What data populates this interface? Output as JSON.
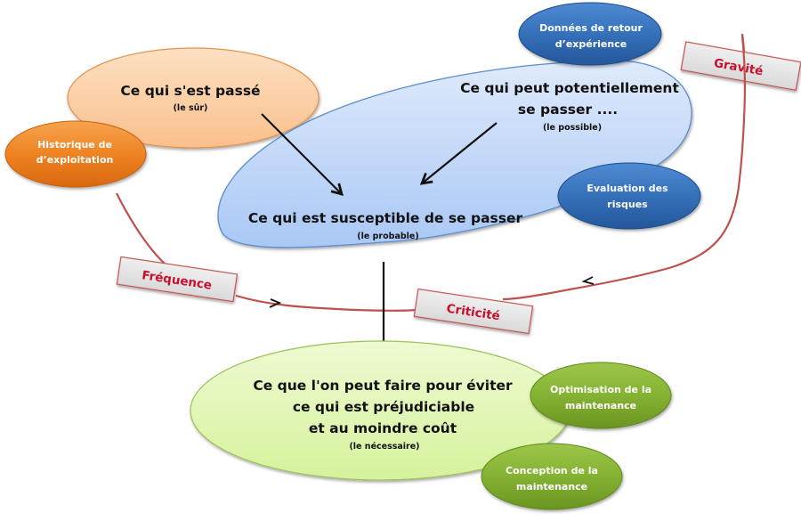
{
  "colors": {
    "orange_light": "#fbc99b",
    "orange_dark": "#e8751a",
    "blue_light": "#c9dcf8",
    "blue_dark": "#2e6ab5",
    "green_light": "#e4f7b8",
    "green_dark": "#7cab2e",
    "red_line": "#c0504d",
    "label_text": "#c8102e",
    "label_bg": "#e3e3e3"
  },
  "nodes": {
    "passe": {
      "title": "Ce qui s'est passé",
      "subtitle": "(le sûr)"
    },
    "potentiel": {
      "line1": "Ce qui peut potentiellement",
      "line2": "se passer ....",
      "subtitle": "(le possible)"
    },
    "probable": {
      "title": "Ce qui est susceptible de se passer",
      "subtitle": "(le probable)"
    },
    "necessaire": {
      "line1": "Ce que l'on peut faire pour éviter",
      "line2": "ce qui est préjudiciable",
      "line3": "et au moindre coût",
      "subtitle": "(le nécessaire)"
    }
  },
  "pills": {
    "historique": {
      "line1": "Historique de",
      "line2": "d’exploitation"
    },
    "donnees": {
      "line1": "Données de retour",
      "line2": "d’expérience"
    },
    "evaluation": {
      "line1": "Evaluation des",
      "line2": "risques"
    },
    "optimisation": {
      "line1": "Optimisation de la",
      "line2": "maintenance"
    },
    "conception": {
      "line1": "Conception de la",
      "line2": "maintenance"
    }
  },
  "labels": {
    "frequence": "Fréquence",
    "criticite": "Criticité",
    "gravite": "Gravité"
  }
}
